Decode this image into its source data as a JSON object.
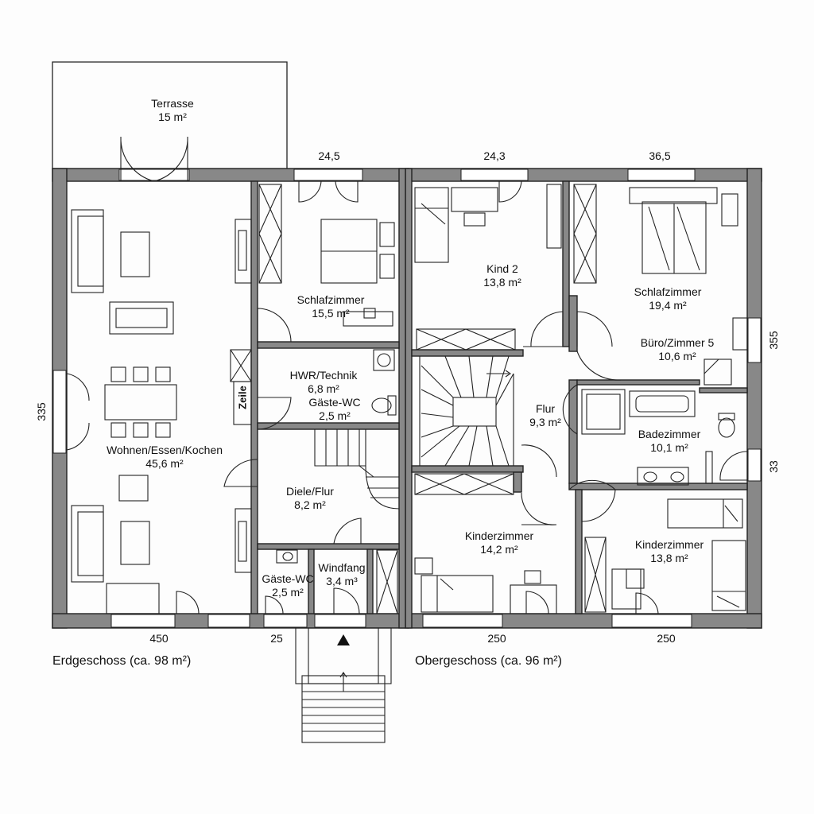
{
  "rooms": {
    "terrasse": {
      "name": "Terrasse",
      "area": "15 m²"
    },
    "wohnen": {
      "name": "Wohnen/Essen/Kochen",
      "area": "45,6 m²"
    },
    "schlaf_eg": {
      "name": "Schlafzimmer",
      "area": "15,5 m²"
    },
    "hwr": {
      "name": "HWR/Technik",
      "area": "6,8 m²"
    },
    "gaeste_wc_1": {
      "name": "Gäste-WC",
      "area": "2,5 m²"
    },
    "diele": {
      "name": "Diele/Flur",
      "area": "8,2 m²"
    },
    "gaeste_wc_2": {
      "name": "Gäste-WC",
      "area": "2,5 m²"
    },
    "windfang": {
      "name": "Windfang",
      "area": "3,4 m³"
    },
    "kind2": {
      "name": "Kind 2",
      "area": "13,8 m²"
    },
    "schlaf_og": {
      "name": "Schlafzimmer",
      "area": "19,4 m²"
    },
    "buero": {
      "name": "Büro/Zimmer 5",
      "area": "10,6 m²"
    },
    "flur": {
      "name": "Flur",
      "area": "9,3 m²"
    },
    "bad": {
      "name": "Badezimmer",
      "area": "10,1 m²"
    },
    "kinder1": {
      "name": "Kinderzimmer",
      "area": "14,2 m²"
    },
    "kinder2": {
      "name": "Kinderzimmer",
      "area": "13,8 m²"
    }
  },
  "zeile_label": "Zeile",
  "dimensions": {
    "top_1": "24,5",
    "top_2": "24,3",
    "top_3": "36,5",
    "bottom_1": "450",
    "bottom_2": "25",
    "bottom_3": "250",
    "bottom_4": "250",
    "left_1": "335",
    "right_1": "355",
    "right_2": "33"
  },
  "captions": {
    "eg": "Erdgeschoss (ca. 98 m²)",
    "og": "Obergeschoss (ca. 96 m²)"
  }
}
